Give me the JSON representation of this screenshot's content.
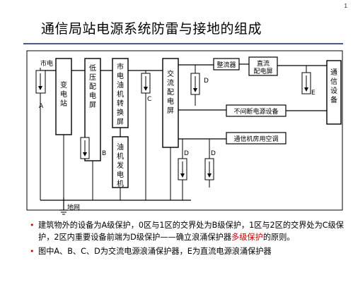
{
  "page_number": "1",
  "title": "通信局站电源系统防雷与接地的组成",
  "diagram": {
    "mains_label": "市电",
    "substation_label": "变电站",
    "lv_panel_label": "低压配电屏",
    "transfer_panel_label": "市电油机转换屏",
    "generator_label": "油机发电机",
    "ac_panel_label": "交流配电屏",
    "rectifier_label": "整流器",
    "dc_panel_label": "直流配电屏",
    "comm_equipment_label": "通信设备",
    "ups_label": "不间断电源设备",
    "aircon_label": "通信机房用空调",
    "ground_label": "地网",
    "protector_labels": {
      "a": "A",
      "b": "B",
      "c": "C",
      "d1": "D",
      "d2": "D",
      "d3": "D",
      "e": "E"
    }
  },
  "bullets": {
    "b1_p1": "建筑物外的设备为A级保护，0区与1区的交界处为B级保护，1区与2区的交界处为C级保护，2区内重要设备前端为D级保护——确立浪涌保护器",
    "b1_red": "多级保护",
    "b1_p2": "的原则。",
    "b2": "图中A、B、C、D为交流电源浪涌保护器，E为直流电源浪涌保护器"
  },
  "colors": {
    "title_rule": "#4a5a8a",
    "emphasis": "#c00000",
    "line": "#000000"
  }
}
